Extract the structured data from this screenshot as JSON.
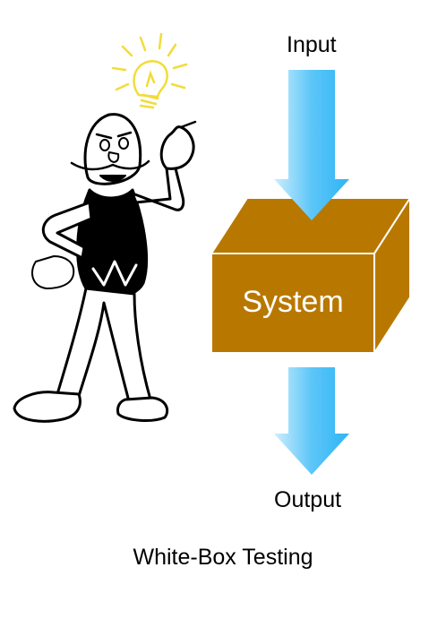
{
  "diagram": {
    "input_label": "Input",
    "system_label": "System",
    "output_label": "Output",
    "caption": "White-Box Testing"
  },
  "colors": {
    "arrow_light": "#cdeefe",
    "arrow_dark": "#2fb4f5",
    "box_front": "#b87800",
    "box_top": "#b87800",
    "box_side": "#b87800",
    "bulb": "#f2dc3a",
    "figure": "#000000"
  },
  "icons": [
    "lightbulb-icon",
    "thinking-man-icon"
  ]
}
